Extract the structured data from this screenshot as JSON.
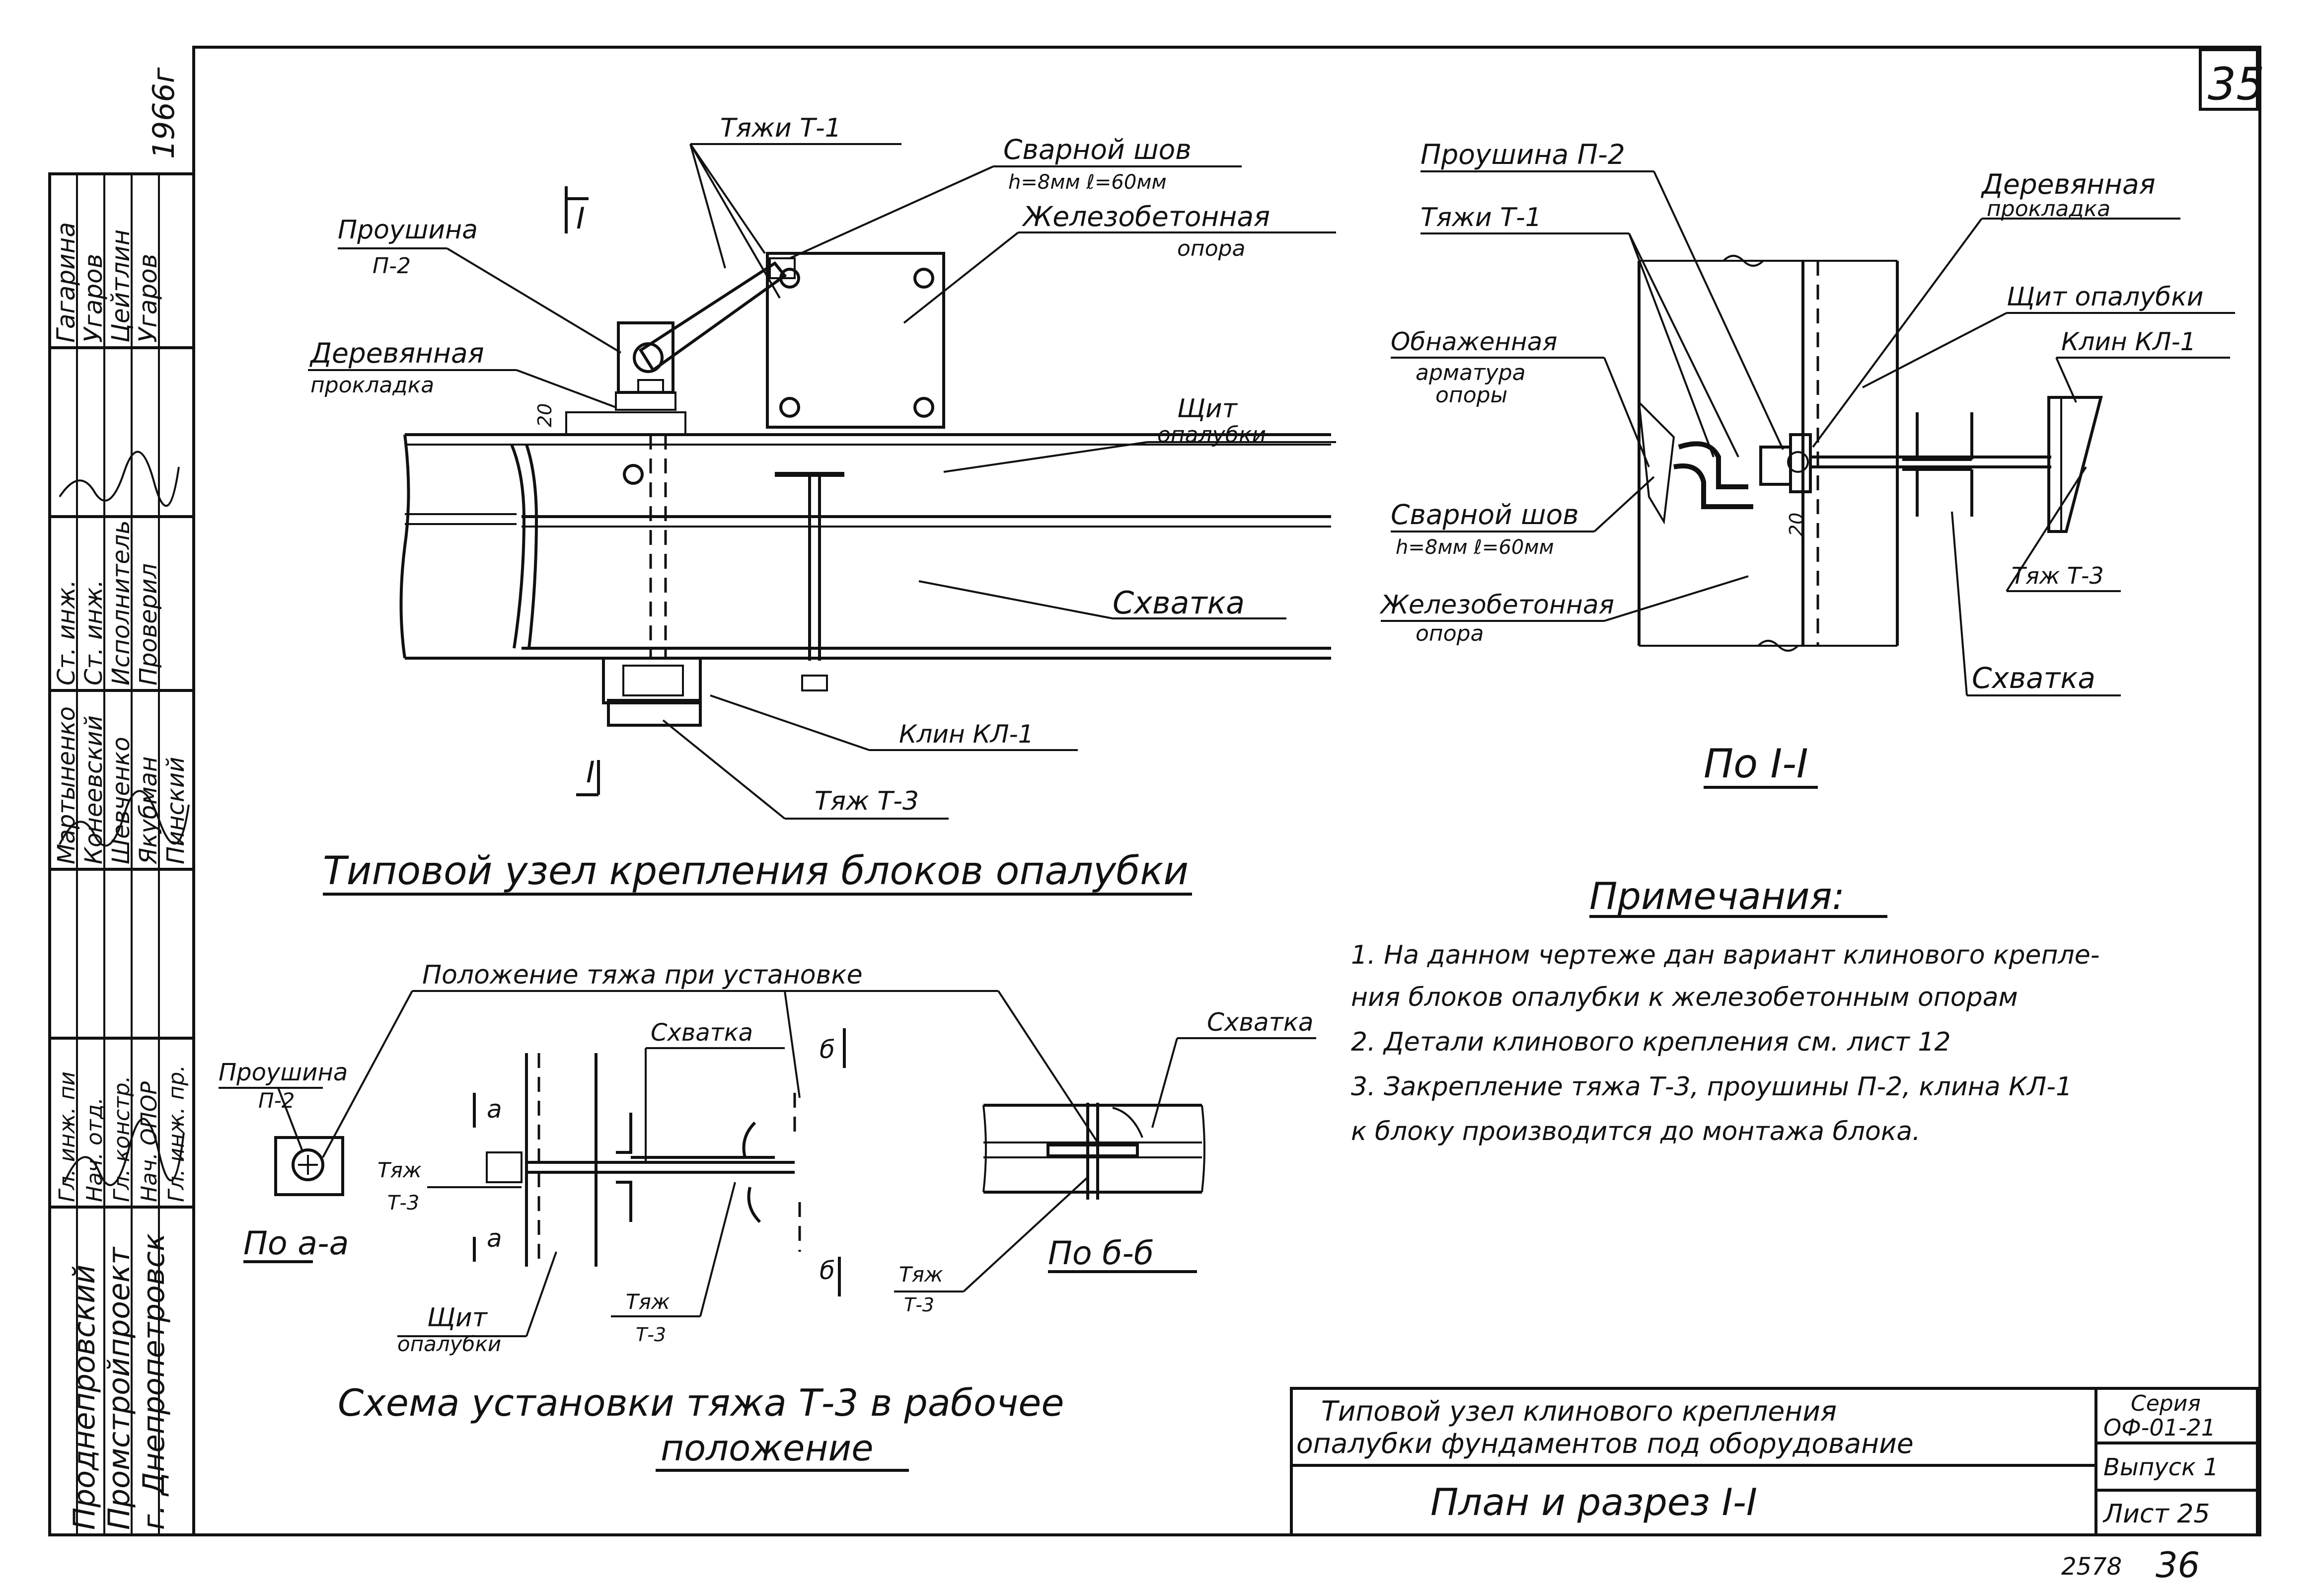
{
  "stamp": {
    "year": "1966г",
    "sheet_number": "35",
    "roles": [
      "Гл. инж. пи",
      "Нач. отд.",
      "Гл. констр.",
      "Нач. ОПОР",
      "Гл. инж. пр."
    ],
    "names_top": [
      "Мартыненко",
      "Конеевский",
      "Шевченко",
      "Якубман",
      "Пинский"
    ],
    "positions2": [
      "Ст. инж.",
      "Ст. инж.",
      "Исполнитель",
      "Проверил"
    ],
    "names2": [
      "Гагарина",
      "Угаров",
      "Цейтлин",
      "Угаров"
    ],
    "org1": "Проднепровский",
    "org2": "Промстройпроект",
    "org3": "г. Днепропетровск"
  },
  "view_plan": {
    "label_tyazhi_t1": "Тяжи Т-1",
    "label_weld": "Сварной шов",
    "label_weld_size": "h=8мм  ℓ=60мм",
    "label_proushina": "Проушина",
    "label_proushina_code": "П-2",
    "label_rc_support": "Железобетонная",
    "label_rc_support2": "опора",
    "label_wood_pad": "Деревянная",
    "label_wood_pad2": "прокладка",
    "dim_20": "20",
    "label_shield": "Щит",
    "label_shield2": "опалубки",
    "label_skhvatka": "Схватка",
    "label_wedge": "Клин КЛ-1",
    "label_tyazh_t3": "Тяж Т-3",
    "section_mark": "I",
    "title": "Типовой узел крепления блоков опалубки"
  },
  "view_section": {
    "label_proushina": "Проушина П-2",
    "label_wood_pad": "Деревянная",
    "label_wood_pad2": "прокладка",
    "label_tyazhi": "Тяжи Т-1",
    "label_shield": "Щит опалубки",
    "label_exposed": "Обнаженная",
    "label_exposed2": "арматура",
    "label_exposed3": "опоры",
    "label_wedge": "Клин КЛ-1",
    "label_weld": "Сварной шов",
    "label_weld_size": "h=8мм  ℓ=60мм",
    "dim_20": "20",
    "label_tyazh": "Тяж Т-3",
    "label_rc": "Железобетонная",
    "label_rc2": "опора",
    "label_skhvatka": "Схватка",
    "title": "По I-I"
  },
  "notes": {
    "heading": "Примечания:",
    "line1": "1. На данном чертеже дан вариант клинового крепле-",
    "line2": "ния блоков опалубки к железобетонным опорам",
    "line3": "2. Детали клинового крепления см. лист 12",
    "line4": "3. Закрепление тяжа Т-3, проушины П-2, клина КЛ-1",
    "line5": "к блоку производится до монтажа блока."
  },
  "scheme": {
    "label_position": "Положение тяжа при установке",
    "label_proushina": "Проушина",
    "label_proushina_code": "П-2",
    "label_tyazh": "Тяж",
    "label_tyazh_code": "Т-3",
    "label_skhvatka": "Схватка",
    "label_shield": "Щит",
    "label_shield2": "опалубки",
    "mark_a": "а",
    "mark_b": "б",
    "view_aa": "По а-а",
    "view_bb": "По б-б",
    "title1": "Схема установки тяжа Т-3 в рабочее",
    "title2": "положение"
  },
  "titleblock": {
    "title_line1": "Типовой узел клинового крепления",
    "title_line2": "опалубки фундаментов под оборудование",
    "subtitle": "План и разрез I-I",
    "seria_label": "Серия",
    "seria_value": "ОФ-01-21",
    "vypusk": "Выпуск 1",
    "list": "Лист 25",
    "footer_code": "2578",
    "footer_page": "36"
  }
}
